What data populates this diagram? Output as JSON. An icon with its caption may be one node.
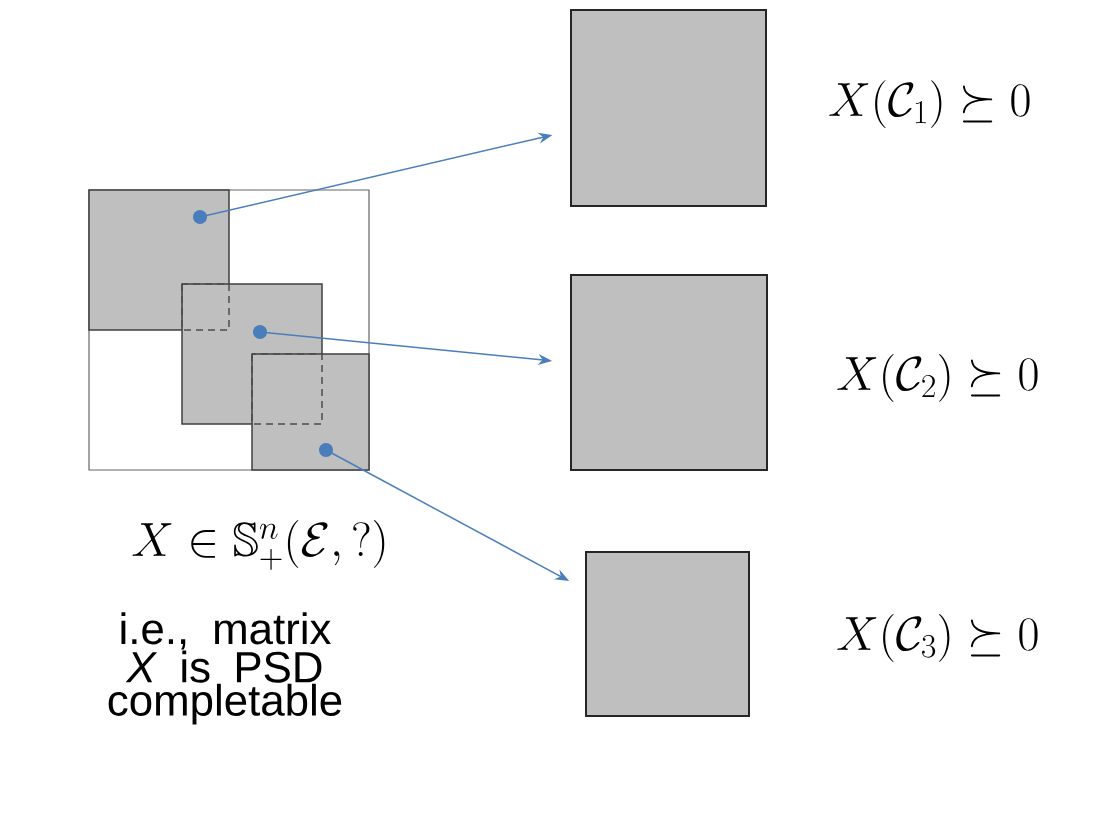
{
  "diagram": {
    "nodes": [
      {
        "text": [],
        "shape": "box"
      },
      {
        "text": [],
        "shape": "box",
        "in": 0
      },
      {
        "text": [],
        "shape": "box",
        "in": 0
      },
      {
        "text": [],
        "shape": "box",
        "in": 0
      },
      {
        "text": [],
        "shape": "box"
      },
      {
        "text": [],
        "shape": "box"
      },
      {
        "text": [],
        "shape": "box"
      }
    ],
    "edges": [
      {
        "from": 1,
        "to": 4,
        "arrow": "to"
      },
      {
        "from": 2,
        "to": 5,
        "arrow": "to"
      },
      {
        "from": 3,
        "to": 6,
        "arrow": "to"
      }
    ],
    "labels": [
      "X(\\mathcal{C}_1)\\succeq 0",
      "X(\\mathcal{C}_2)\\succeq 0",
      "X \\in \\mathbb{S}^n_+(\\mathcal{E},?)",
      "X(\\mathcal{C}_3)\\succeq 0",
      "i.e., matrix *X* is PSD completable"
    ]
  }
}
